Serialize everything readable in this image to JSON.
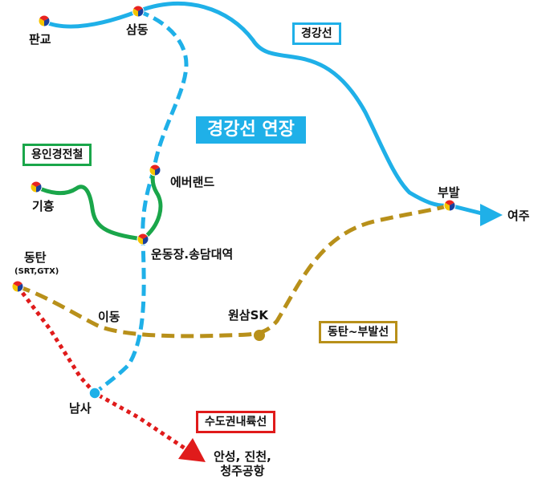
{
  "colors": {
    "gyeonggang": "#1fb0e8",
    "extension": "#1fb0e8",
    "yongin": "#1aa64a",
    "dongtan_bubal": "#b8901a",
    "sudo": "#e01b1b",
    "station_red": "#e8231f",
    "station_blue": "#1a3f9c",
    "station_yellow": "#f5c400"
  },
  "stations": {
    "pangyo": "판교",
    "samdong": "삼동",
    "everland": "에버랜드",
    "giheung": "기흥",
    "stadium": "운동장.송담대역",
    "dongtan": "동탄",
    "dongtan_sub": "(SRT,GTX)",
    "idong": "이동",
    "wonsam": "원삼SK",
    "namsa": "남사",
    "bubal": "부발",
    "yeoju": "여주",
    "dest_line1": "안성, 진천,",
    "dest_line2": "청주공항"
  },
  "lines": {
    "gyeonggang": "경강선",
    "gyeonggang_ext": "경강선 연장",
    "yongin": "용인경전철",
    "dongtan_bubal": "동탄~부발선",
    "sudo": "수도권내륙선"
  }
}
